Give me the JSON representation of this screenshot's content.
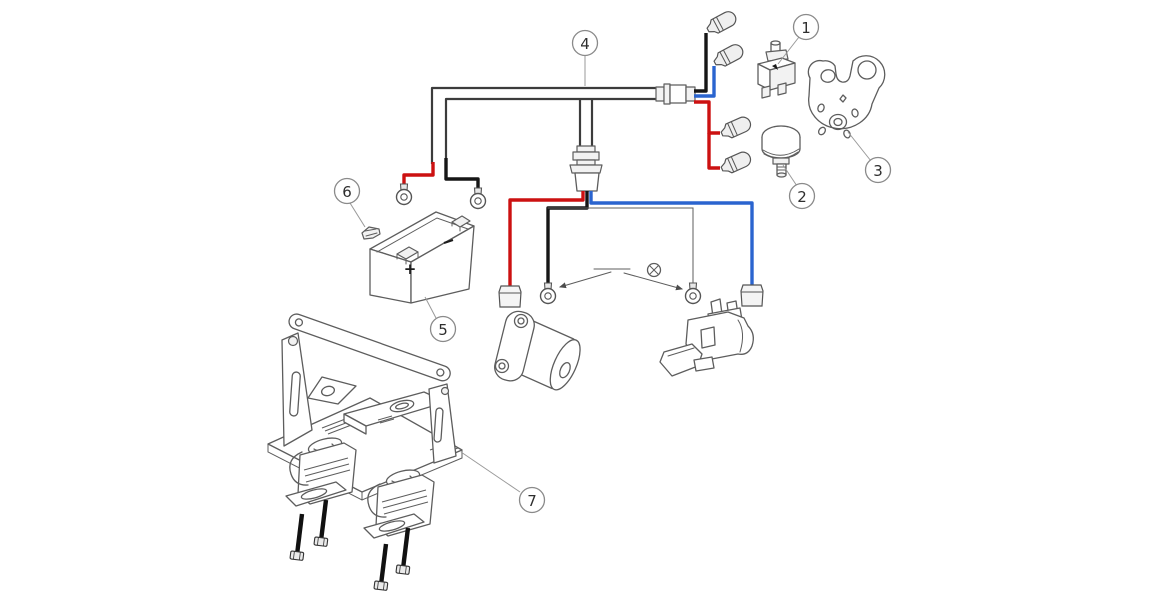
{
  "diagram": {
    "title": "wiring-harness-installation-parts-diagram",
    "background": "#ffffff",
    "callouts": [
      {
        "number": "1",
        "part": "circuit-breaker"
      },
      {
        "number": "2",
        "part": "push-button-switch"
      },
      {
        "number": "3",
        "part": "switch-mounting-plate"
      },
      {
        "number": "4",
        "part": "wiring-harness"
      },
      {
        "number": "5",
        "part": "battery"
      },
      {
        "number": "6",
        "part": "cable-clip"
      },
      {
        "number": "7",
        "part": "mounting-bracket-assembly"
      }
    ],
    "battery_polarity_label": "+",
    "colors": {
      "wire_red": "#cc1111",
      "wire_blue": "#2a64cf",
      "wire_black": "#161616",
      "harness": "#3c3c3c",
      "line": "#5d5d5d"
    }
  }
}
